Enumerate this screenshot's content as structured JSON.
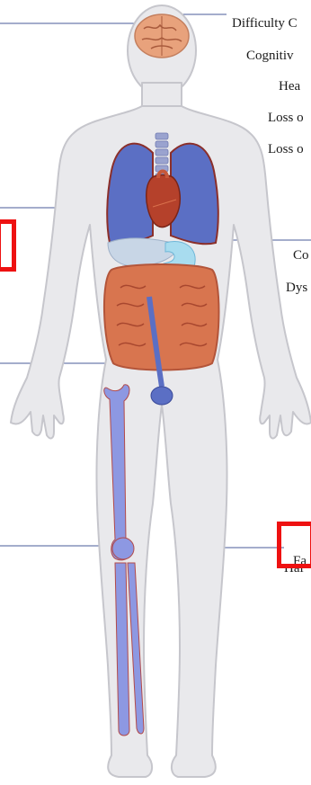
{
  "labels": {
    "difficulty": "Difficulty C",
    "cognitive": "Cognitiv",
    "headache": "Hea",
    "loss_1": "Loss o",
    "loss_2": "Loss o",
    "chest": "Co",
    "dyspnea": "Dys",
    "fatigue": "Fa",
    "hair": "Hai"
  },
  "colors": {
    "body_fill": "#e9e9ec",
    "body_outline": "#c6c6cc",
    "lung": "#5b6fc4",
    "heart": "#b5412b",
    "intestine": "#d8754f",
    "bone": "#8d98e2",
    "brain": "#e8a27c",
    "leader": "#4a5b9a",
    "highlight": "#ee1111"
  }
}
